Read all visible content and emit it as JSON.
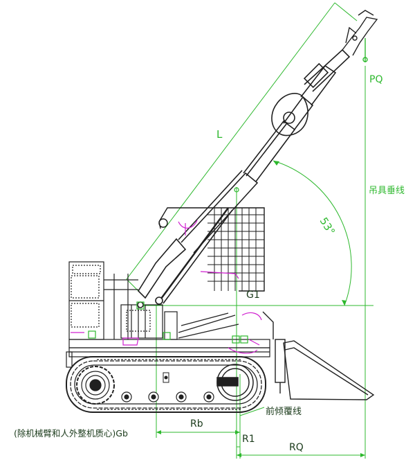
{
  "labels": {
    "pq": "PQ",
    "l": "L",
    "hook_vertical": "吊具垂线",
    "angle": "53°",
    "g1": "G1",
    "front_tip_line": "前倾覆线",
    "rb": "Rb",
    "gb_note": "(除机械臂和人外整机质心)Gb",
    "r1": "R1",
    "rq": "RQ"
  },
  "colors": {
    "drawing": "#202020",
    "dimension": "#2db82d",
    "accent": "#d020d0",
    "guard": "#1a1a1a"
  },
  "icons": {
    "sprocket": "drive-sprocket-icon",
    "hook": "crane-hook-icon"
  }
}
